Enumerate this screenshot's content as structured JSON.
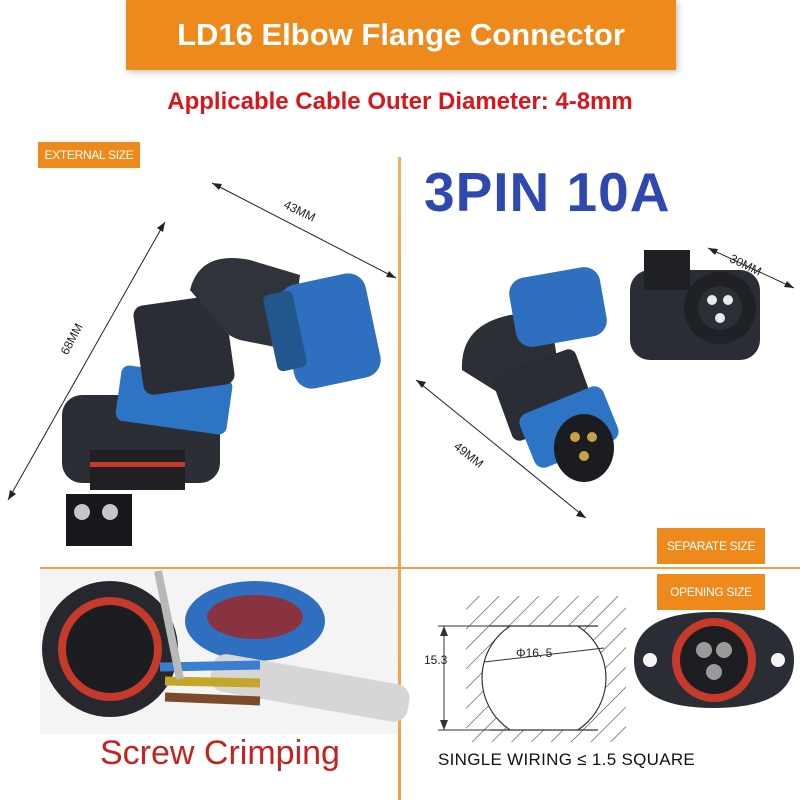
{
  "banner": {
    "title": "LD16 Elbow Flange Connector"
  },
  "subtitle": "Applicable Cable Outer Diameter: 4-8mm",
  "tags": {
    "external_size": "EXTERNAL SIZE",
    "separate_size": "SEPARATE SIZE",
    "opening_size": "OPENING SIZE"
  },
  "spec": {
    "pin_rating": "3PIN 10A"
  },
  "dimensions": {
    "width_43": "43MM",
    "height_68": "68MM",
    "width_30": "30MM",
    "length_49": "49MM",
    "hole_height": "15.3",
    "hole_diameter": "Φ16. 5"
  },
  "captions": {
    "screw_crimping": "Screw Crimping",
    "single_wiring": "SINGLE WIRING ≤ 1.5 SQUARE"
  },
  "colors": {
    "accent_orange": "#ee8a1c",
    "title_red": "#d9161c",
    "pin_blue": "#2f47b0",
    "connector_blue": "#2d74c4",
    "connector_black": "#2a2d33"
  }
}
